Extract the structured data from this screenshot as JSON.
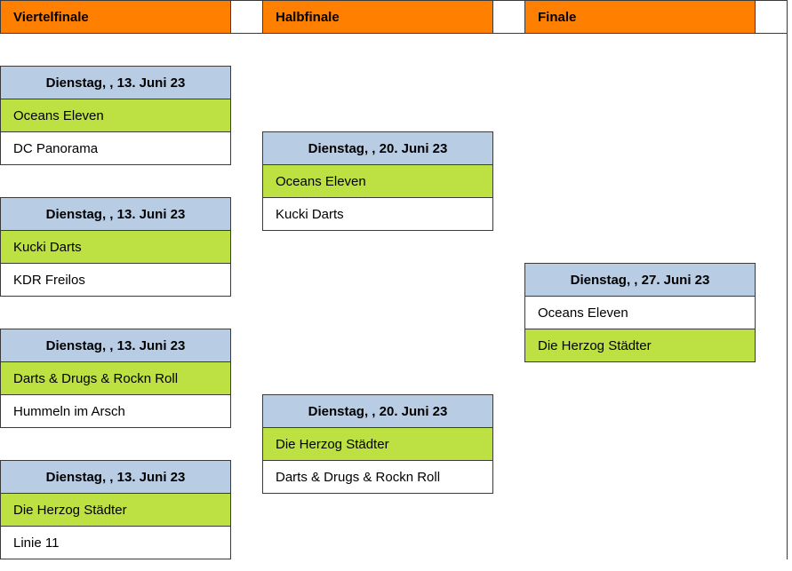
{
  "headers": {
    "quarter": "Viertelfinale",
    "semi": "Halbfinale",
    "final": "Finale"
  },
  "colors": {
    "header": "#ff7f00",
    "date": "#b8cce4",
    "winner": "#bde142",
    "other": "#ffffff"
  },
  "quarterfinals": [
    {
      "date": "Dienstag, , 13. Juni 23",
      "team1": "Oceans Eleven",
      "team2": "DC Panorama",
      "winner": 1
    },
    {
      "date": "Dienstag, , 13. Juni 23",
      "team1": "Kucki Darts",
      "team2": "KDR Freilos",
      "winner": 1
    },
    {
      "date": "Dienstag, , 13. Juni 23",
      "team1": "Darts & Drugs & Rockn Roll",
      "team2": "Hummeln im Arsch",
      "winner": 1
    },
    {
      "date": "Dienstag, , 13. Juni 23",
      "team1": "Die Herzog Städter",
      "team2": "Linie 11",
      "winner": 1
    }
  ],
  "semifinals": [
    {
      "date": "Dienstag, , 20. Juni 23",
      "team1": "Oceans Eleven",
      "team2": "Kucki Darts",
      "winner": 1
    },
    {
      "date": "Dienstag, , 20. Juni 23",
      "team1": "Die Herzog Städter",
      "team2": "Darts & Drugs & Rockn Roll",
      "winner": 1
    }
  ],
  "final": {
    "date": "Dienstag, , 27. Juni 23",
    "team1": "Oceans Eleven",
    "team2": "Die Herzog Städter",
    "winner": 2
  }
}
